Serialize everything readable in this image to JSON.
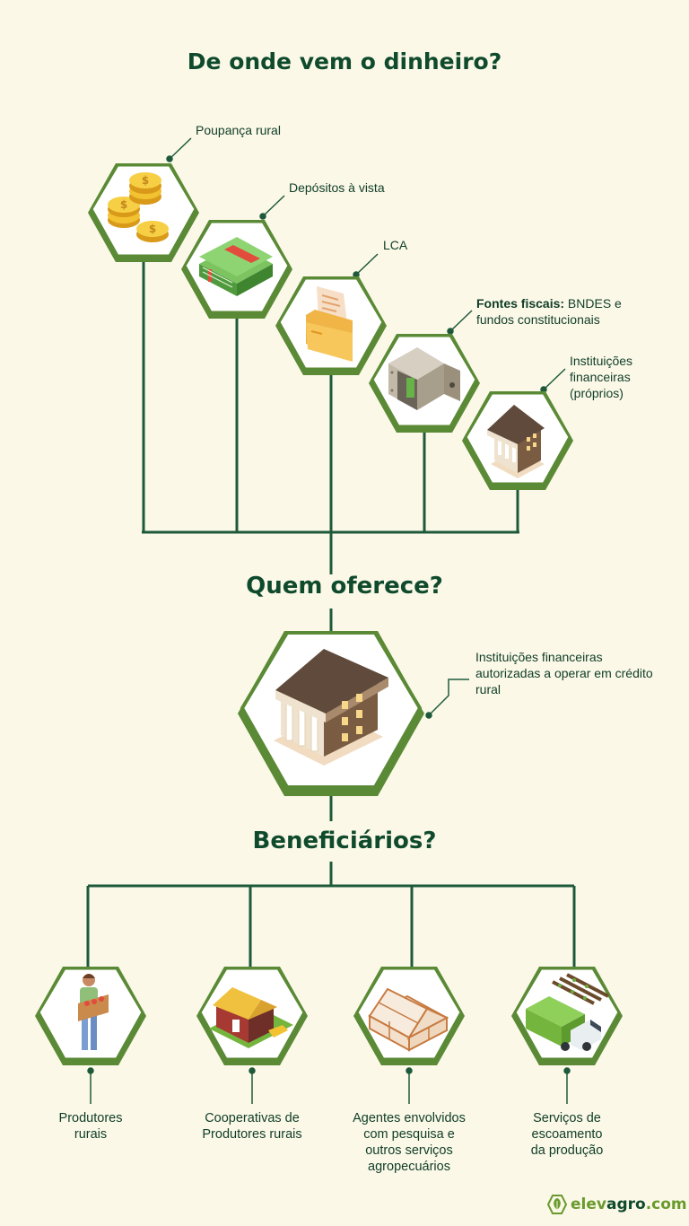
{
  "sections": {
    "sources_title": "De onde vem o dinheiro?",
    "offers_title": "Quem oferece?",
    "beneficiaries_title": "Beneficiários?"
  },
  "sources": [
    {
      "label": "Poupança rural",
      "icon": "gold-coins-icon"
    },
    {
      "label": "Depósitos à vista",
      "icon": "cash-stack-icon"
    },
    {
      "label": "LCA",
      "icon": "document-folder-icon"
    },
    {
      "label_bold": "Fontes fiscais:",
      "label": "BNDES e fundos constitucionais",
      "icon": "safe-vault-icon"
    },
    {
      "label": "Instituições financeiras (próprios)",
      "icon": "bank-building-icon"
    }
  ],
  "offerer": {
    "label": "Instituições financeiras autorizadas a operar em crédito rural",
    "icon": "bank-building-icon"
  },
  "beneficiaries": [
    {
      "label_line1": "Produtores",
      "label_line2": "rurais",
      "icon": "farmer-icon"
    },
    {
      "label_line1": "Cooperativas de",
      "label_line2": "Produtores rurais",
      "icon": "farmhouse-icon"
    },
    {
      "label_line1": "Agentes envolvidos",
      "label_line2": "com pesquisa e",
      "label_line3": "outros serviços",
      "label_line4": "agropecuários",
      "icon": "greenhouse-icon"
    },
    {
      "label_line1": "Serviços de",
      "label_line2": "escoamento",
      "label_line3": "da produção",
      "icon": "delivery-truck-icon"
    }
  ],
  "brand": {
    "name_part1": "elev",
    "name_part2": "agro",
    "name_part3": ".com"
  },
  "colors": {
    "background": "#fbf8e8",
    "hex_border": "#5b8a36",
    "line": "#1e5a3a",
    "title": "#0f4a2c"
  }
}
